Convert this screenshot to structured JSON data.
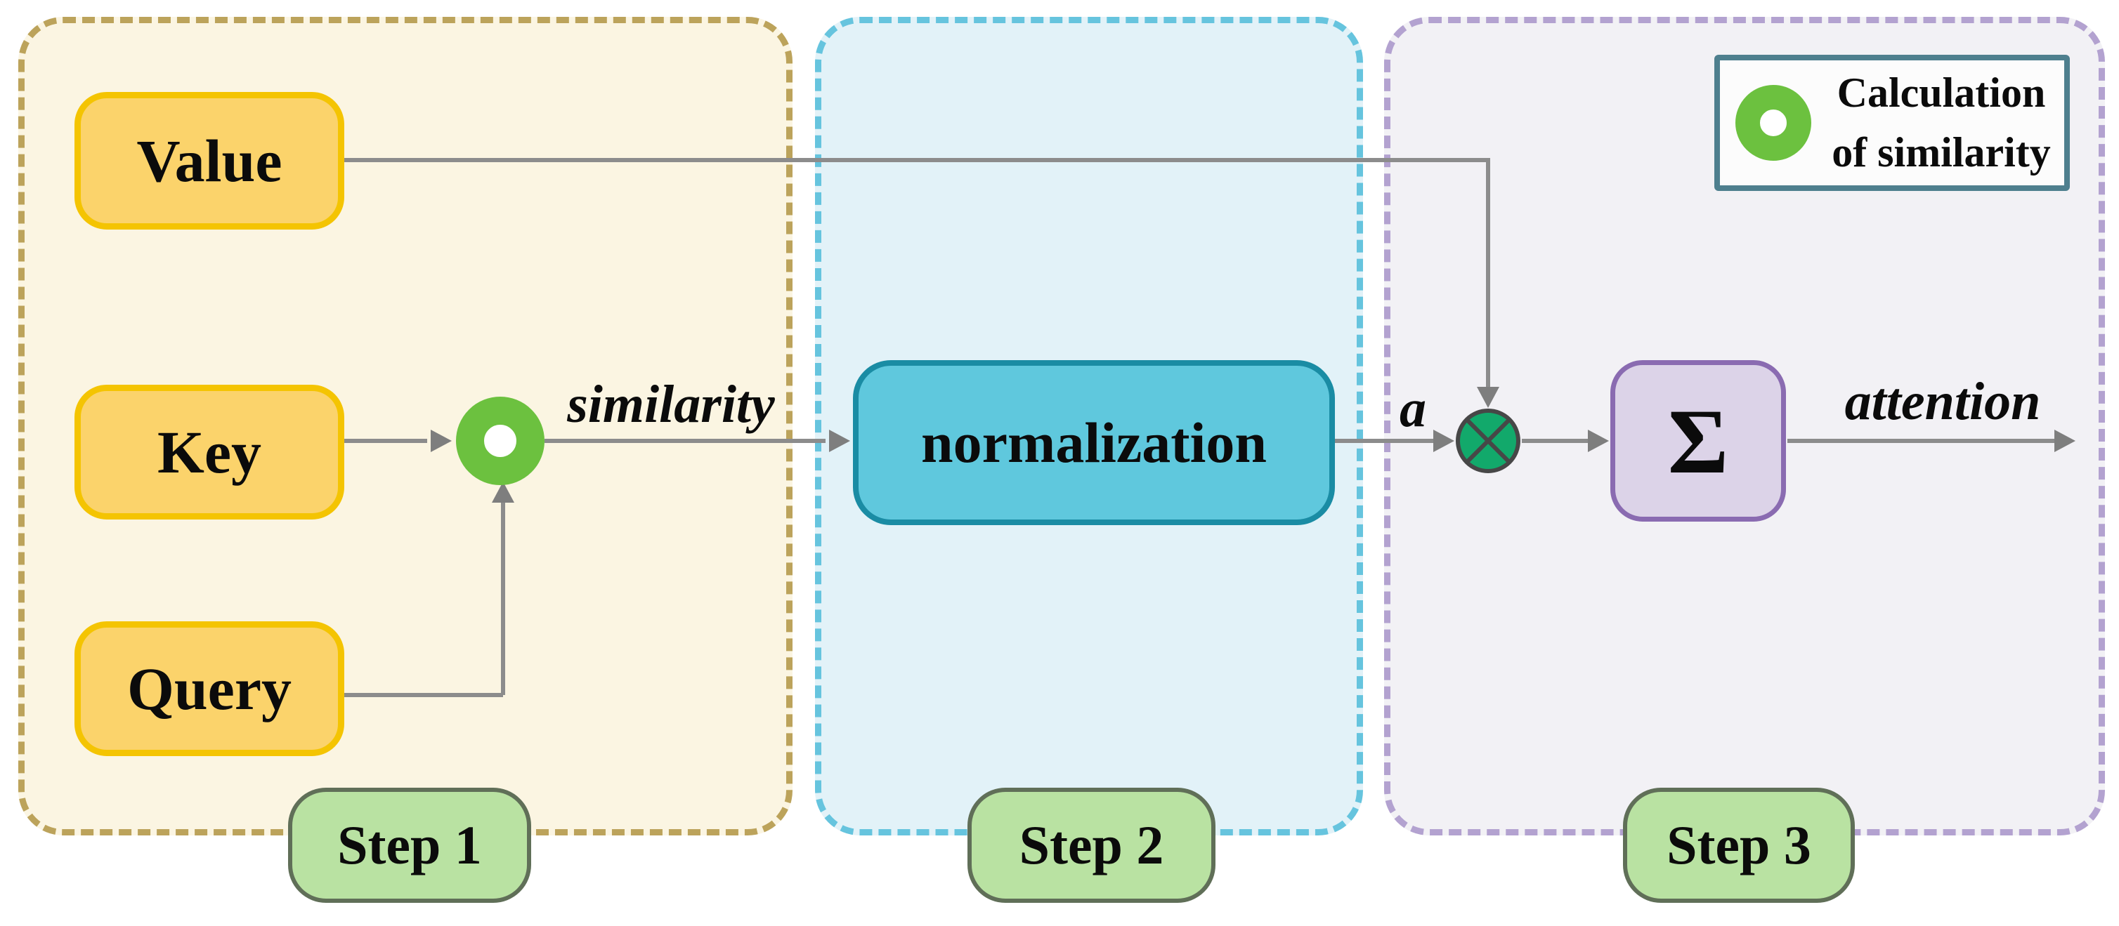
{
  "diagram": {
    "type": "attention-mechanism-flow",
    "colors": {
      "step1_bg": "#FBF5E2",
      "step1_border": "#BCA35B",
      "step2_bg": "#E2F2F8",
      "step2_border": "#66C4DE",
      "step3_bg": "#F2F1F5",
      "step3_border": "#B3A2D0",
      "input_box_fill": "#FBD36B",
      "input_box_border": "#F4C402",
      "normalization_fill": "#5FC8DD",
      "normalization_border": "#1A8CA4",
      "sum_fill": "#DCD3E8",
      "sum_border": "#8A6BB1",
      "badge_fill": "#B9E2A2",
      "badge_border": "#606F58",
      "similarity_node_green": "#6CC13F",
      "multiply_node_green": "#12A96B",
      "arrow_gray": "#8C8C8C",
      "legend_border": "#4E7F8E"
    }
  },
  "panels": [
    {
      "id": "step1",
      "badge": "Step 1"
    },
    {
      "id": "step2",
      "badge": "Step 2"
    },
    {
      "id": "step3",
      "badge": "Step 3"
    }
  ],
  "nodes": {
    "value": {
      "label": "Value"
    },
    "key": {
      "label": "Key"
    },
    "query": {
      "label": "Query"
    },
    "normalization": {
      "label": "normalization"
    },
    "sum": {
      "label": "Σ"
    },
    "similarity_node": {
      "icon": "green-donut"
    },
    "multiply_node": {
      "icon": "circle-times"
    }
  },
  "edge_labels": {
    "similarity": "similarity",
    "a": "a",
    "attention": "attention"
  },
  "legend": {
    "icon": "green-donut",
    "line1": "Calculation",
    "line2": "of similarity"
  }
}
